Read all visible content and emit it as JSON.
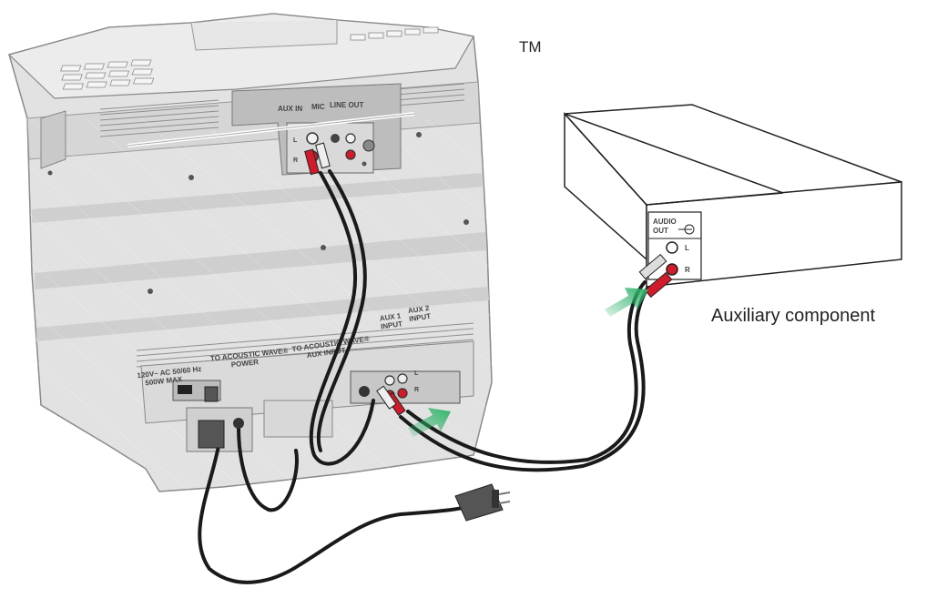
{
  "trademark": "TM",
  "component_label": "Auxiliary component",
  "unit_top_panel": {
    "aux_in": "AUX IN",
    "mic": "MIC",
    "line_out": "LINE OUT",
    "left": "L",
    "right": "R"
  },
  "unit_rear_panel": {
    "power_rating_1": "120V~ AC 50/60 Hz",
    "power_rating_2": "500W MAX",
    "to_acoustic_wave_power_1": "TO ACOUSTIC WAVE®",
    "to_acoustic_wave_power_2": "POWER",
    "to_acoustic_wave_aux_1": "TO ACOUSTIC WAVE®",
    "to_acoustic_wave_aux_2": "AUX INPUT",
    "aux1_1": "AUX 1",
    "aux1_2": "INPUT",
    "aux2_1": "AUX 2",
    "aux2_2": "INPUT",
    "left": "L",
    "right": "R"
  },
  "component_panel": {
    "audio": "AUDIO",
    "out": "OUT",
    "left": "L",
    "right": "R"
  },
  "colors": {
    "unit_body": "#e2e2e2",
    "unit_shade": "#cfcfcf",
    "cable": "#1a1a1a",
    "right_plug": "#d11a2a",
    "arrow": "#2fb36a"
  }
}
